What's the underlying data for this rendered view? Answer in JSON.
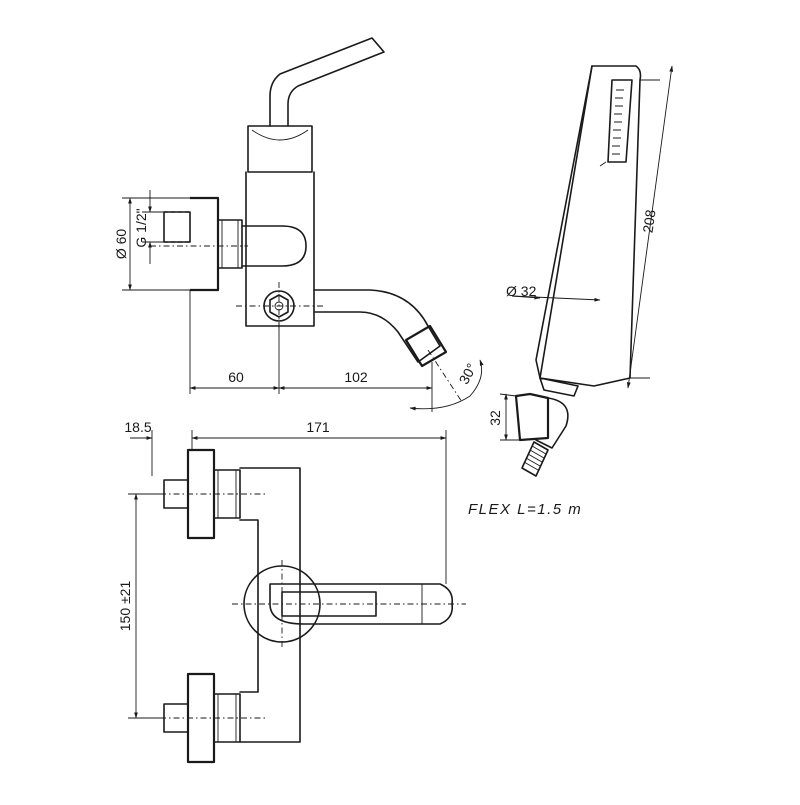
{
  "colors": {
    "line": "#1a1a1a",
    "background": "#ffffff"
  },
  "side_view": {
    "dim_body_diameter": "Ø 60",
    "dim_thread": "G 1/2\"",
    "dim_horizontal_left": "60",
    "dim_horizontal_right": "102",
    "dim_angle": "30°"
  },
  "front_view": {
    "dim_offset": "18.5",
    "dim_total_width": "171",
    "dim_center_distance": "150 ±21"
  },
  "hand_shower": {
    "dim_diameter": "Ø 32",
    "dim_length": "208",
    "dim_holder": "32",
    "hose_label": "FLEX  L=1.5  m"
  }
}
